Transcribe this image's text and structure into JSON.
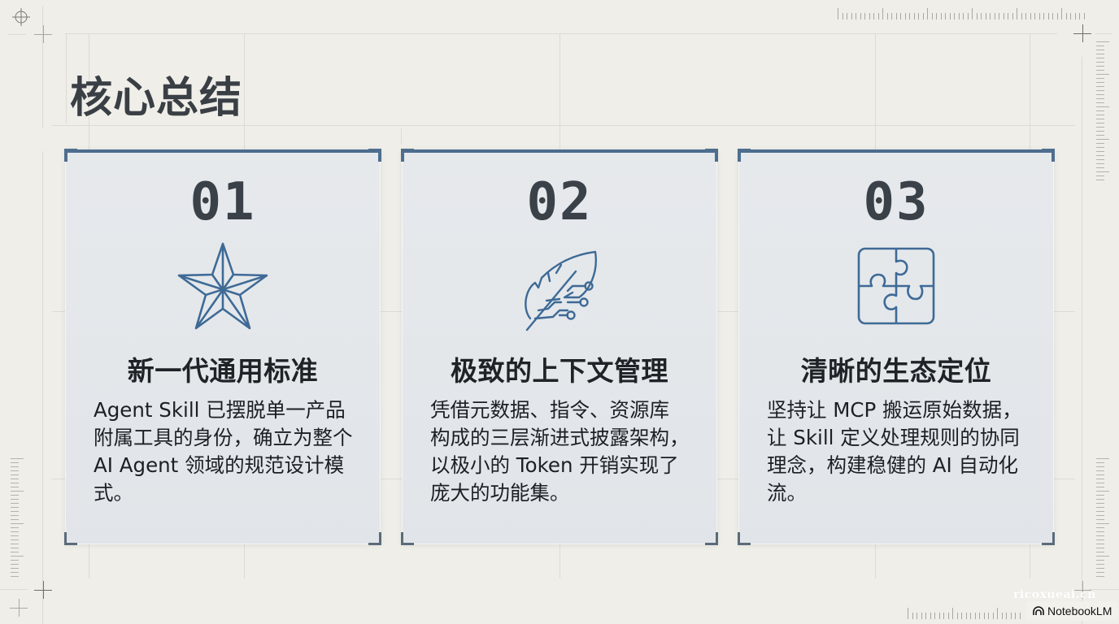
{
  "slide": {
    "title": "核心总结",
    "brand": {
      "label": "NotebookLM",
      "icon": "notebooklm-logo-icon"
    },
    "watermark": "ricoxueai.cn",
    "colors": {
      "background": "#efeee8",
      "card_bg": "#e4e7eb",
      "accent": "#4b6d8e",
      "icon_stroke": "#3e6a96",
      "title_text": "#3a3f45",
      "body_text": "#1c1f23"
    }
  },
  "cards": [
    {
      "number": "01",
      "icon": "star-icon",
      "heading": "新一代通用标准",
      "body_lines": [
        "Agent Skill 已摆脱单一产品",
        "附属工具的身份，确立为整个",
        "AI Agent 领域的规范设计模",
        "式。"
      ]
    },
    {
      "number": "02",
      "icon": "circuit-feather-icon",
      "heading": "极致的上下文管理",
      "body_lines": [
        "凭借元数据、指令、资源库",
        "构成的三层渐进式披露架构，",
        "以极小的 Token 开销实现了",
        "庞大的功能集。"
      ]
    },
    {
      "number": "03",
      "icon": "puzzle-icon",
      "heading": "清晰的生态定位",
      "body_lines": [
        "坚持让 MCP 搬运原始数据，",
        "让 Skill 定义处理规则的协同",
        "理念，构建稳健的 AI 自动化",
        "流。"
      ]
    }
  ]
}
